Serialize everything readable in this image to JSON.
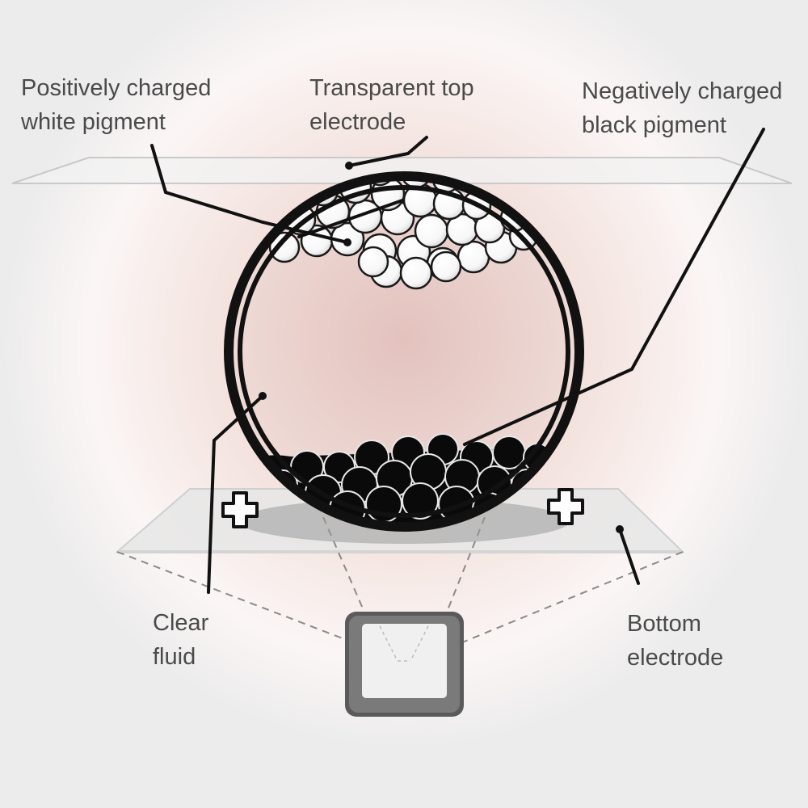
{
  "colors": {
    "background": "#ececec",
    "halo_center": "#e6c7c0",
    "halo_mid": "#f1e3df",
    "capsule_ring": "#111111",
    "white_pigment": "#ffffff",
    "black_pigment": "#0a0a0a",
    "electrode_plate": "#f2f2f2",
    "label_text": "#4a4a4a",
    "device_frame": "#5a5a5a"
  },
  "labels": {
    "white_pigment": [
      "Positively charged",
      "white pigment"
    ],
    "top_electrode": [
      "Transparent top",
      "electrode"
    ],
    "black_pigment": [
      "Negatively charged",
      "black pigment"
    ],
    "clear_fluid": [
      "Clear",
      "fluid"
    ],
    "bottom_electrode": [
      "Bottom",
      "electrode"
    ]
  },
  "icons": {
    "left_charge": "plus-icon",
    "right_charge": "plus-icon",
    "device": "e-reader-icon"
  }
}
